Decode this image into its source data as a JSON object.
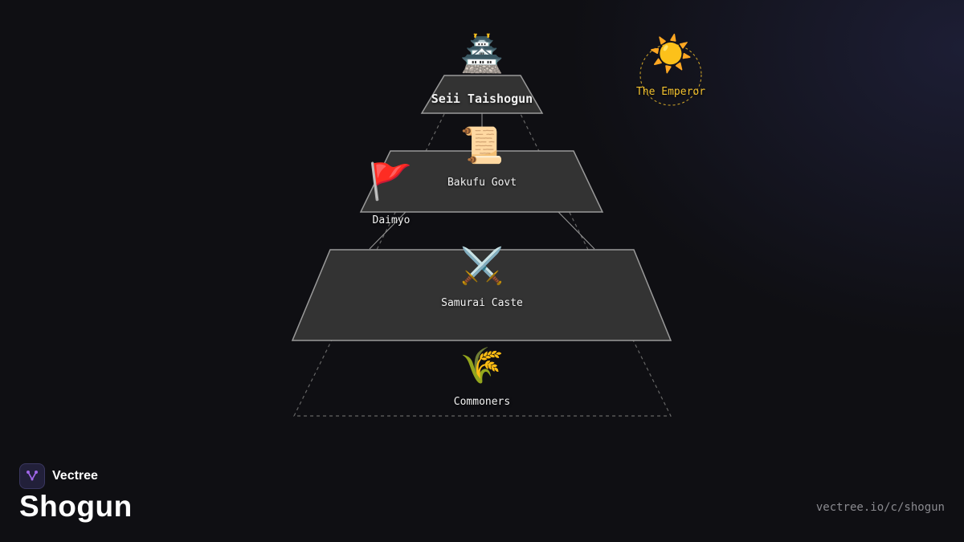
{
  "diagram": {
    "nodes": [
      {
        "id": "shogun",
        "label": "Seii Taishogun",
        "icon": "castle-icon",
        "glyph": "🏯"
      },
      {
        "id": "bakufu",
        "label": "Bakufu Govt",
        "icon": "scroll-icon",
        "glyph": "📜"
      },
      {
        "id": "daimyo",
        "label": "Daimyo",
        "icon": "flag-icon",
        "glyph": "🚩"
      },
      {
        "id": "samurai",
        "label": "Samurai Caste",
        "icon": "crossed-swords-icon",
        "glyph": "⚔️"
      },
      {
        "id": "commoners",
        "label": "Commoners",
        "icon": "rice-icon",
        "glyph": "🌾"
      },
      {
        "id": "emperor",
        "label": "The Emperor",
        "icon": "sun-icon",
        "glyph": "☀️"
      }
    ],
    "colors": {
      "tier_fill": "#333333",
      "tier_stroke": "#9a9a9a",
      "emperor_accent": "#f2c12e",
      "background": "#0f0f13"
    }
  },
  "brand": {
    "name": "Vectree",
    "title": "Shogun",
    "url": "vectree.io/c/shogun",
    "logo_icon": "vectree-logo-icon",
    "logo_color": "#a066e8"
  }
}
